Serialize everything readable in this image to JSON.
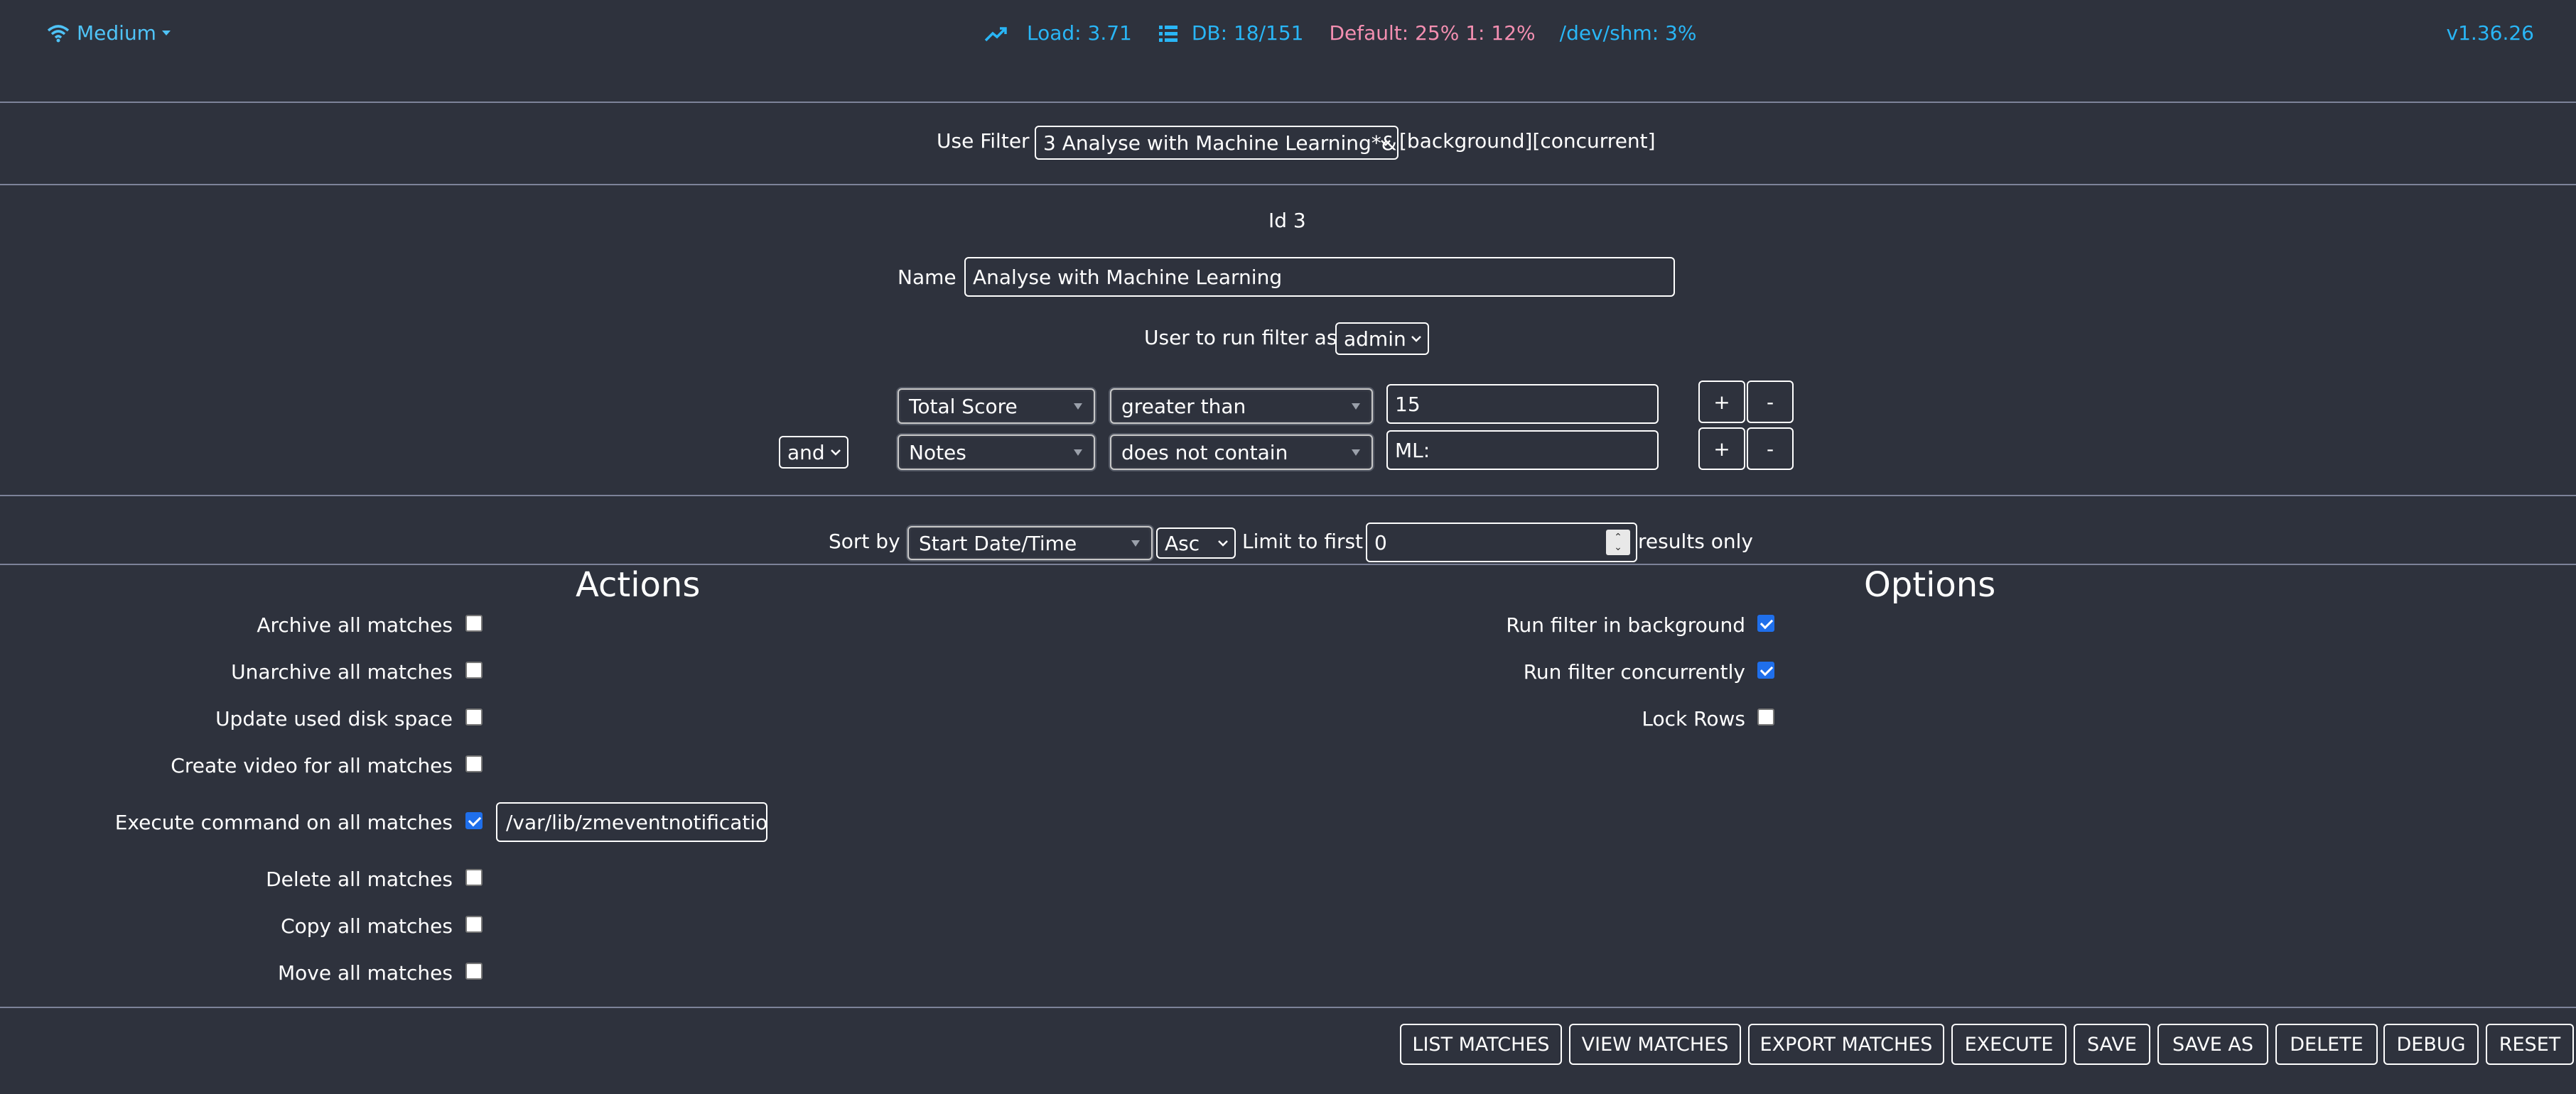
{
  "header": {
    "bandwidth": "Medium",
    "load": "Load: 3.71",
    "db": "DB: 18/151",
    "storage": "Default: 25% 1: 12%",
    "shm": "/dev/shm: 3%",
    "version": "v1.36.26"
  },
  "filter_bar": {
    "label": "Use Filter",
    "selected": "3 Analyse with Machine Learning*&",
    "flags": "[background][concurrent]"
  },
  "filter": {
    "id_text": "Id 3",
    "name_label": "Name",
    "name_value": "Analyse with Machine Learning",
    "user_label": "User to run filter as",
    "user_value": "admin"
  },
  "terms": [
    {
      "conj": "",
      "attr": "Total Score",
      "op": "greater than",
      "value": "15",
      "add": "+",
      "remove": "-"
    },
    {
      "conj": "and",
      "attr": "Notes",
      "op": "does not contain",
      "value": "ML:",
      "add": "+",
      "remove": "-"
    }
  ],
  "sort": {
    "label": "Sort by",
    "field": "Start Date/Time",
    "dir": "Asc",
    "limit_label": "Limit to first",
    "limit_value": "0",
    "results_label": "results only"
  },
  "actions": {
    "title": "Actions",
    "items": [
      {
        "label": "Archive all matches",
        "checked": false
      },
      {
        "label": "Unarchive all matches",
        "checked": false
      },
      {
        "label": "Update used disk space",
        "checked": false
      },
      {
        "label": "Create video for all matches",
        "checked": false
      },
      {
        "label": "Execute command on all matches",
        "checked": true
      },
      {
        "label": "Delete all matches",
        "checked": false
      },
      {
        "label": "Copy all matches",
        "checked": false
      },
      {
        "label": "Move all matches",
        "checked": false
      }
    ],
    "command_value": "/var/lib/zmeventnotification"
  },
  "options": {
    "title": "Options",
    "items": [
      {
        "label": "Run filter in background",
        "checked": true
      },
      {
        "label": "Run filter concurrently",
        "checked": true
      },
      {
        "label": "Lock Rows",
        "checked": false
      }
    ]
  },
  "buttons": {
    "list_matches": "LIST MATCHES",
    "view_matches": "VIEW MATCHES",
    "export_matches": "EXPORT MATCHES",
    "execute": "EXECUTE",
    "save": "SAVE",
    "save_as": "SAVE AS",
    "delete": "DELETE",
    "debug": "DEBUG",
    "reset": "RESET"
  },
  "colors": {
    "background": "#2e323d",
    "link_blue": "#29b6f6",
    "pink": "#f48fb1",
    "checkbox_blue": "#1f6feb"
  }
}
